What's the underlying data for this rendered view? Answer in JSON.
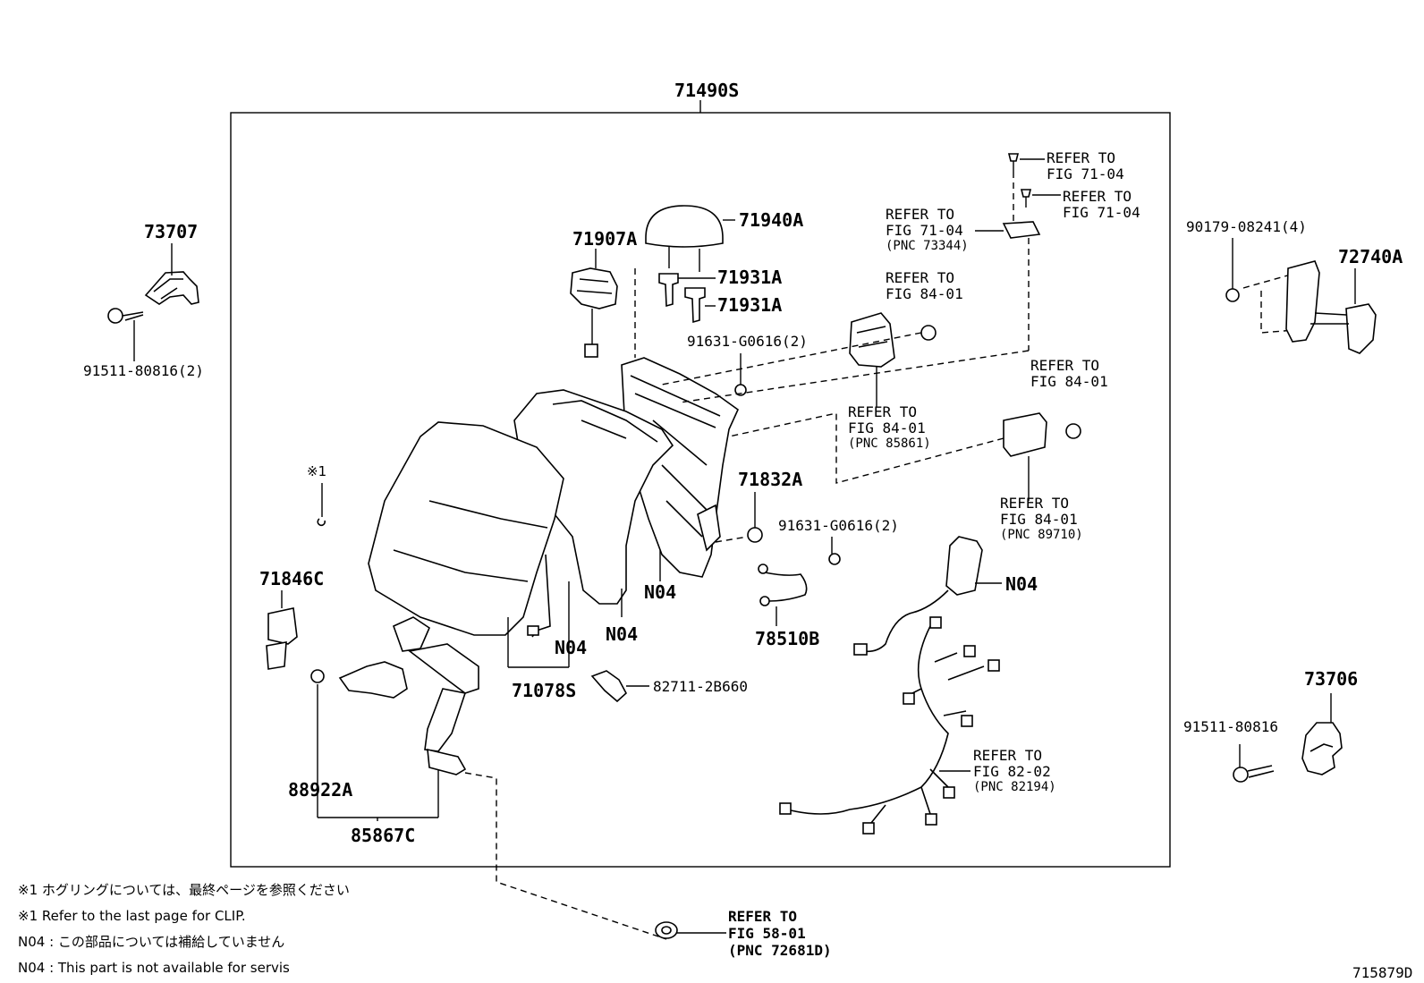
{
  "parts": {
    "p71490S": "71490S",
    "p73707": "73707",
    "p91511_80816_2": "91511-80816(2)",
    "p71907A": "71907A",
    "p71940A": "71940A",
    "p71931A_1": "71931A",
    "p71931A_2": "71931A",
    "p91631_G0616_2_a": "91631-G0616(2)",
    "p71832A": "71832A",
    "p91631_G0616_2_b": "91631-G0616(2)",
    "p78510B": "78510B",
    "p71846C": "71846C",
    "p88922A": "88922A",
    "p85867C": "85867C",
    "p71078S": "71078S",
    "p82711_2B660": "82711-2B660",
    "p90179_08241_4": "90179-08241(4)",
    "p72740A": "72740A",
    "p73706": "73706",
    "p91511_80816": "91511-80816",
    "n04_a": "N04",
    "n04_b": "N04",
    "n04_c": "N04",
    "n04_d": "N04",
    "clip_mark": "※1"
  },
  "references": {
    "r1": {
      "l1": "REFER TO",
      "l2": "FIG 71-04"
    },
    "r2": {
      "l1": "REFER TO",
      "l2": "FIG 71-04"
    },
    "r3": {
      "l1": "REFER TO",
      "l2": "FIG 71-04",
      "l3": "(PNC 73344)"
    },
    "r4": {
      "l1": "REFER TO",
      "l2": "FIG 84-01"
    },
    "r5": {
      "l1": "REFER TO",
      "l2": "FIG 84-01",
      "l3": "(PNC 85861)"
    },
    "r6": {
      "l1": "REFER TO",
      "l2": "FIG 84-01"
    },
    "r7": {
      "l1": "REFER TO",
      "l2": "FIG 84-01",
      "l3": "(PNC 89710)"
    },
    "r8": {
      "l1": "REFER TO",
      "l2": "FIG 82-02",
      "l3": "(PNC 82194)"
    },
    "r9": {
      "l1": "REFER TO",
      "l2": "FIG 58-01",
      "l3": "(PNC 72681D)"
    }
  },
  "notes": {
    "n1": "※1 ホグリングについては、最終ページを参照ください",
    "n2": "※1 Refer to the last page for CLIP.",
    "n3": "N04 : この部品については補給していません",
    "n4": "N04 : This part is not available for servis"
  },
  "figure_id": "715879D"
}
